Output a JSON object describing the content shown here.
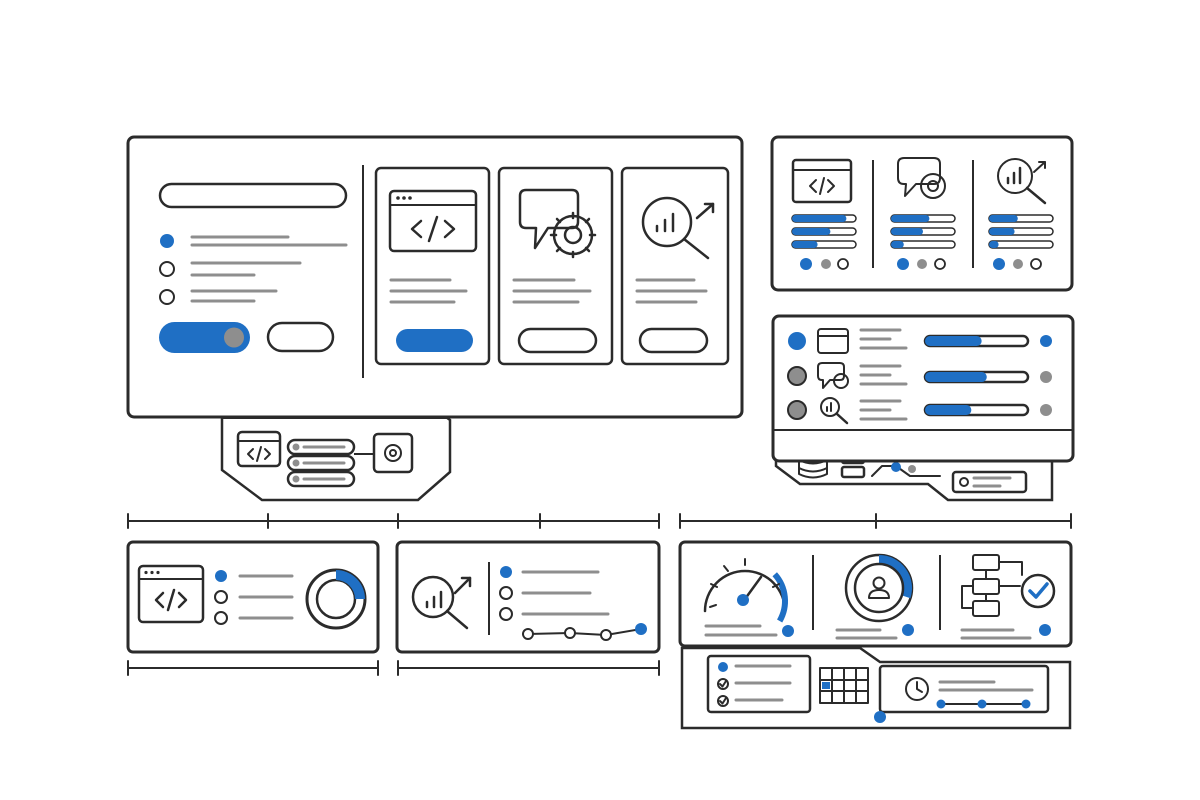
{
  "colors": {
    "accent": "#1f6fc4",
    "outline": "#2b2b2b",
    "muted": "#8e8e8e",
    "background": "#ffffff"
  },
  "icons": [
    "code-window-icon",
    "chat-gear-icon",
    "magnifier-chart-icon",
    "gear-icon",
    "database-icon",
    "speedometer-icon",
    "user-donut-icon",
    "flowchart-check-icon",
    "calendar-grid-icon",
    "clock-icon"
  ],
  "main_panel": {
    "radio_selected_index": 0,
    "toggle_on": true,
    "selected_card_index": 0
  },
  "stats_panel": {
    "bars": [
      [
        0.85,
        0.6,
        0.4
      ],
      [
        0.6,
        0.5,
        0.2
      ],
      [
        0.45,
        0.4,
        0.15
      ]
    ]
  },
  "list_panel": {
    "progress": [
      0.55,
      0.6,
      0.45
    ]
  },
  "donut_panel": {
    "progress": 0.25
  },
  "gauge_panel": {
    "speed_progress": 0.3,
    "user_ring_progress": 0.3
  }
}
